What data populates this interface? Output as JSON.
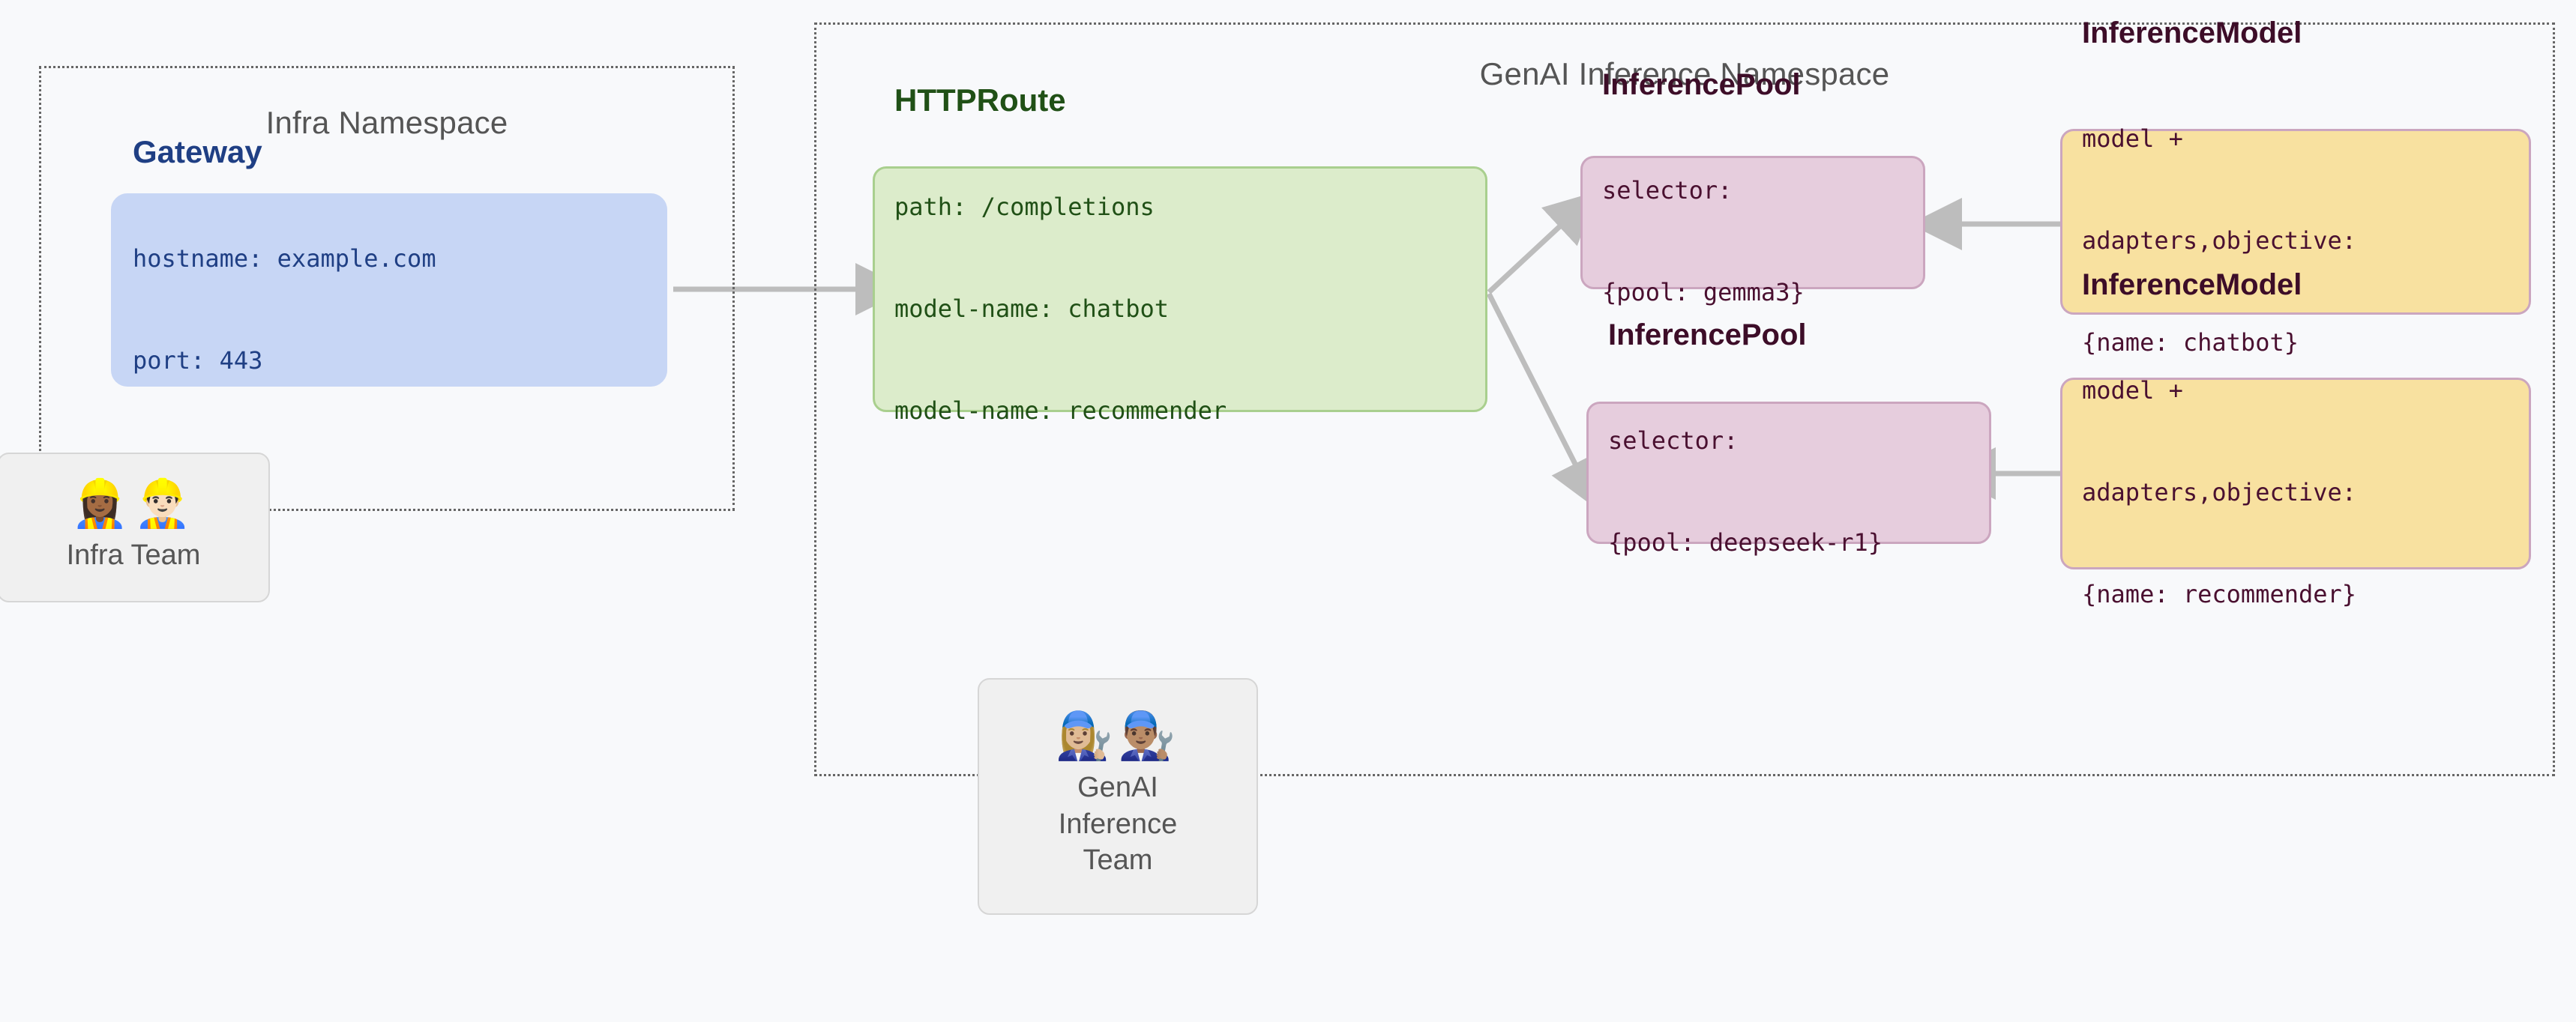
{
  "diagram": {
    "background_color": "#f8f9fb",
    "namespaces": [
      {
        "id": "infra",
        "title": "Infra Namespace"
      },
      {
        "id": "genai",
        "title": "GenAI Inference Namespace"
      }
    ],
    "nodes": {
      "gateway": {
        "title": "Gateway",
        "lines": [
          "hostname: example.com",
          "port: 443"
        ],
        "fill_color": "#c7d6f5",
        "text_color": "#1f3f84"
      },
      "httproute": {
        "title": "HTTPRoute",
        "lines": [
          "path: /completions",
          "model-name: chatbot",
          "model-name: recommender"
        ],
        "fill_color": "#dceccb",
        "text_color": "#205016"
      },
      "pool_gemma": {
        "title": "InferencePool",
        "lines": [
          "selector:",
          "{pool: gemma3}"
        ],
        "fill_color": "#e6cddd",
        "text_color": "#3d0d28"
      },
      "pool_deepseek": {
        "title": "InferencePool",
        "lines": [
          "selector:",
          "{pool: deepseek-r1}"
        ],
        "fill_color": "#e6cddd",
        "text_color": "#3d0d28"
      },
      "model_chatbot": {
        "title": "InferenceModel",
        "lines": [
          "model +",
          "adapters,objective:",
          "{name: chatbot}"
        ],
        "fill_color": "#f8e1a0",
        "text_color": "#3d0d28"
      },
      "model_recommender": {
        "title": "InferenceModel",
        "lines": [
          "model +",
          "adapters,objective:",
          "{name: recommender}"
        ],
        "fill_color": "#f8e1a0",
        "text_color": "#3d0d28"
      }
    },
    "teams": [
      {
        "id": "infra-team",
        "label": "Infra Team",
        "emoji": "👷🏾‍♀️👷🏻‍♂️",
        "emoji_names": [
          "woman-construction-worker-icon",
          "man-construction-worker-icon"
        ]
      },
      {
        "id": "genai-inference-team",
        "label": "GenAI\nInference\nTeam",
        "emoji": "👩🏼‍🔧👨🏽‍🔧",
        "emoji_names": [
          "woman-mechanic-icon",
          "man-mechanic-icon"
        ]
      }
    ],
    "edges": [
      {
        "from": "gateway",
        "to": "httproute",
        "style": "arrow"
      },
      {
        "from": "httproute",
        "to": "pool_gemma",
        "style": "arrow"
      },
      {
        "from": "httproute",
        "to": "pool_deepseek",
        "style": "arrow"
      },
      {
        "from": "model_chatbot",
        "to": "pool_gemma",
        "style": "arrow"
      },
      {
        "from": "model_recommender",
        "to": "pool_deepseek",
        "style": "arrow"
      }
    ],
    "edge_color": "#b7b7b7"
  }
}
